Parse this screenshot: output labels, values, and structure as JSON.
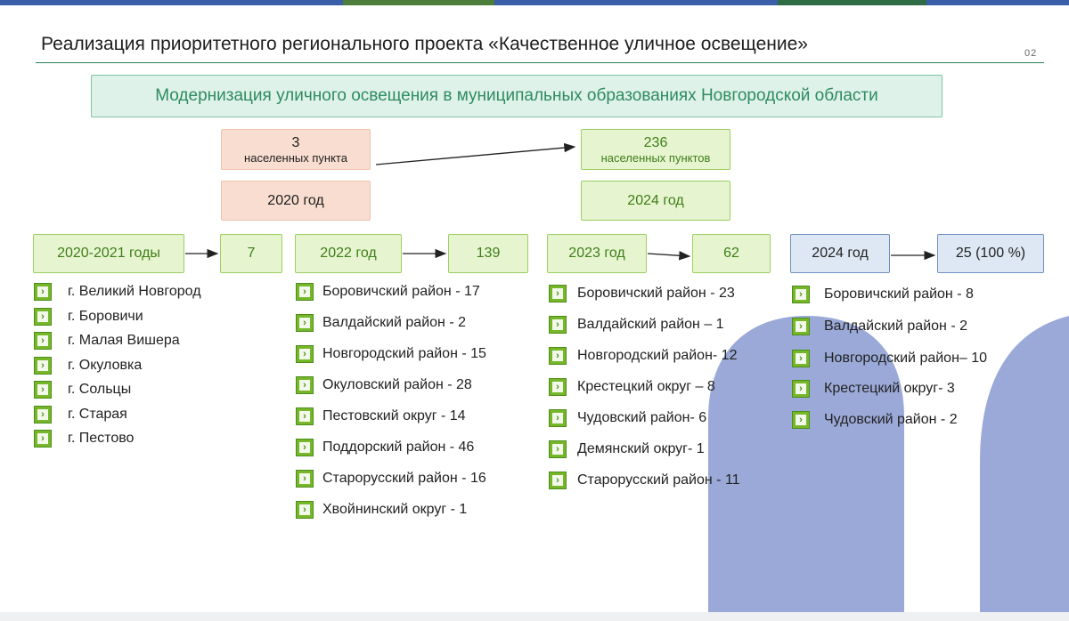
{
  "title": "Реализация приоритетного регионального проекта «Качественное уличное освещение»",
  "page_number": "02",
  "banner": "Модернизация уличного освещения в муниципальных образованиях Новгородской области",
  "summary": {
    "left_count": "3",
    "left_label": "населенных пункта",
    "left_year": "2020 год",
    "right_count": "236",
    "right_label": "населенных пунктов",
    "right_year": "2024 год"
  },
  "columns": [
    {
      "period": "2020-2021 годы",
      "total": "7",
      "items": [
        "г. Великий Новгород",
        "г. Боровичи",
        "г. Малая Вишера",
        "г. Окуловка",
        "г. Сольцы",
        "г. Старая",
        "г. Пестово"
      ]
    },
    {
      "period": "2022 год",
      "total": "139",
      "items": [
        "Боровичский район - 17",
        "Валдайский район - 2",
        "Новгородский район - 15",
        "Окуловский район - 28",
        "Пестовский округ - 14",
        "Поддорский район - 46",
        "Старорусский район - 16",
        "Хвойнинский округ - 1"
      ]
    },
    {
      "period": "2023 год",
      "total": "62",
      "items": [
        "Боровичский район - 23",
        "Валдайский район – 1",
        "Новгородский район- 12",
        "Крестецкий округ – 8",
        "Чудовский район- 6",
        "Демянский округ- 1",
        "Старорусский район - 11"
      ]
    },
    {
      "period": "2024 год",
      "total": "25 (100 %)",
      "items": [
        "Боровичский район - 8",
        "Валдайский район - 2",
        "Новгородский район– 10",
        "Крестецкий округ- 3",
        "Чудовский район - 2"
      ]
    }
  ],
  "check_icon": "check-square-icon",
  "colors": {
    "accent_green": "#76b72a",
    "banner_text": "#2e8b5f",
    "decor_blue": "#8fa0d3"
  }
}
